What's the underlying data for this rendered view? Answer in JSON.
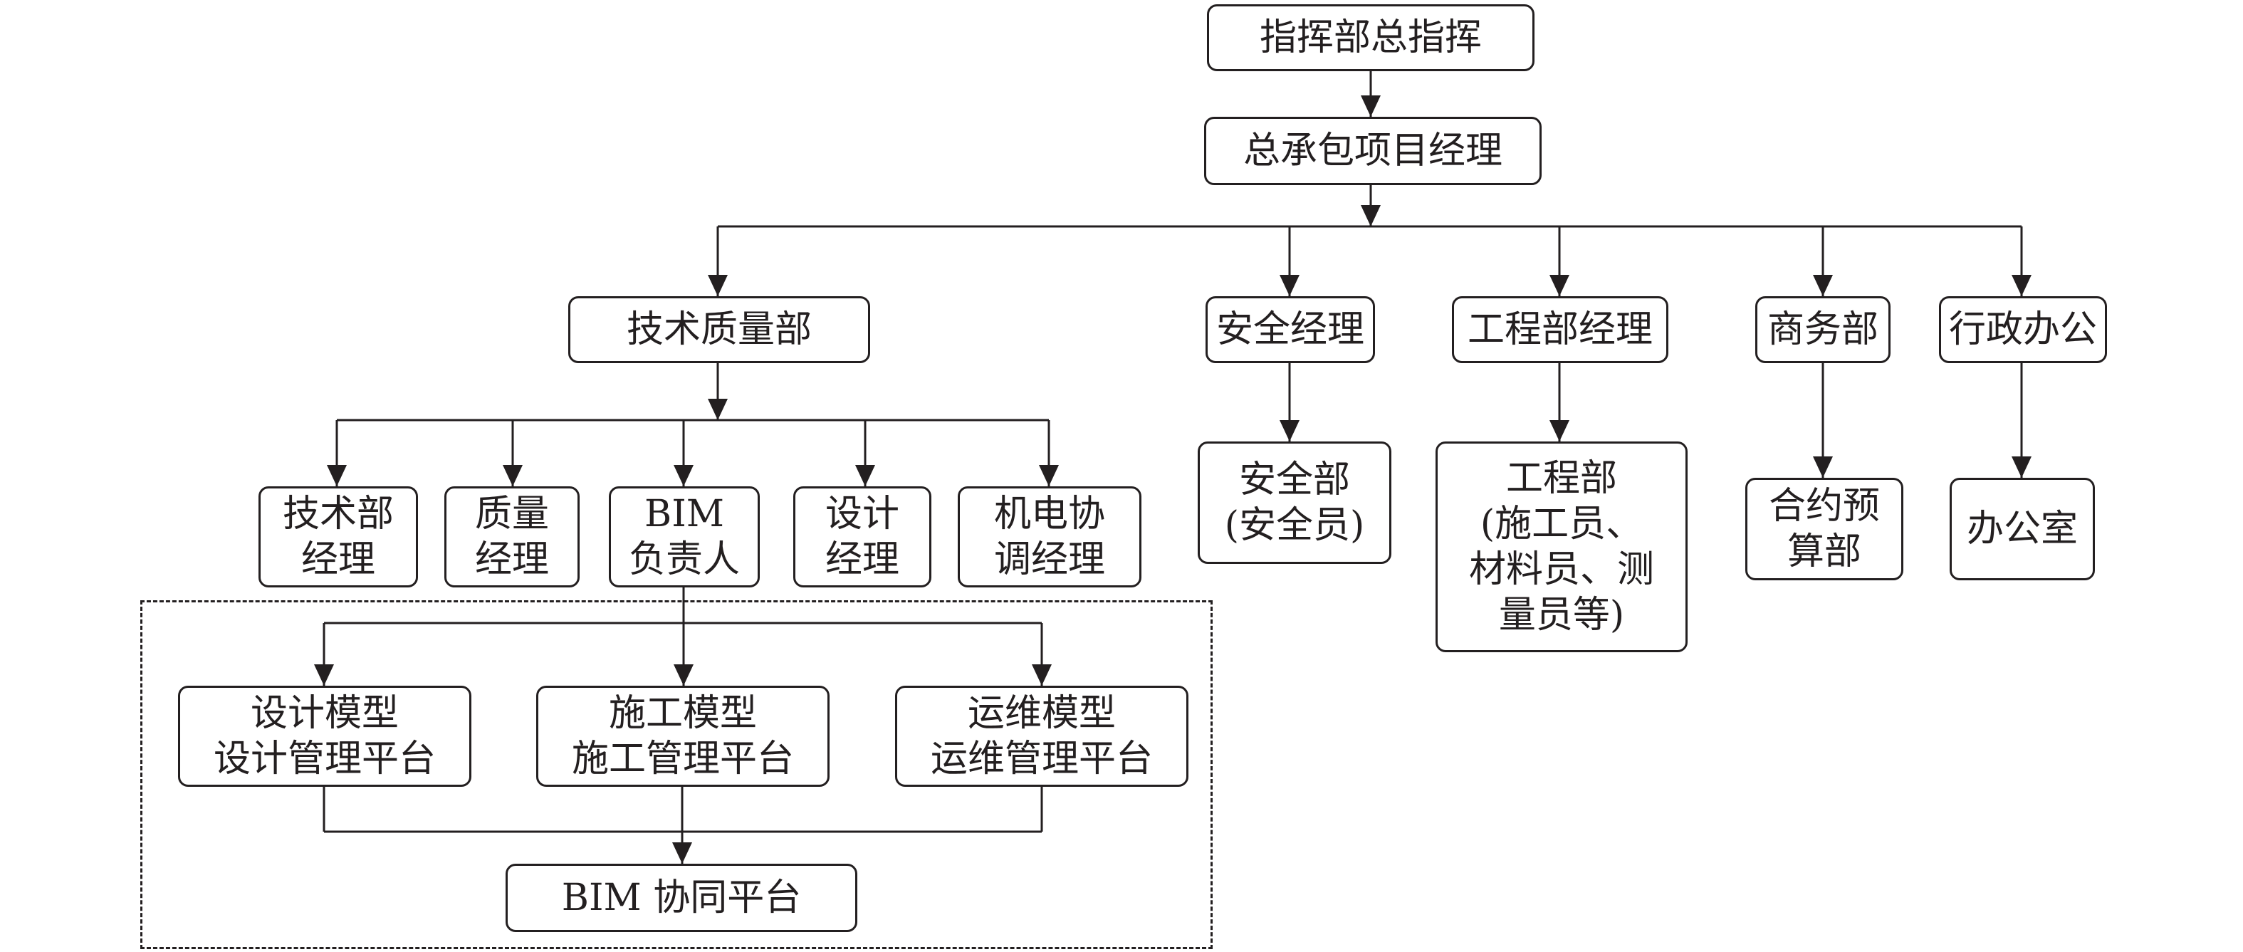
{
  "colors": {
    "stroke": "#231f20",
    "background": "#ffffff"
  },
  "nodes": {
    "commander": "指挥部总指挥",
    "general_pm": "总承包项目经理",
    "tech_quality_dept": "技术质量部",
    "safety_manager": "安全经理",
    "engineering_manager": "工程部经理",
    "business_dept": "商务部",
    "admin_office": "行政办公",
    "tech_dept_manager": "技术部\n经理",
    "quality_manager": "质量\n经理",
    "bim_lead": "BIM\n负责人",
    "design_manager": "设计\n经理",
    "mep_manager": "机电协\n调经理",
    "safety_dept": "安全部\n(安全员)",
    "engineering_dept": "工程部\n(施工员、\n材料员、测\n量员等)",
    "contract_budget_dept": "合约预\n算部",
    "office": "办公室",
    "design_model": "设计模型\n设计管理平台",
    "construction_model": "施工模型\n施工管理平台",
    "operation_model": "运维模型\n运维管理平台",
    "bim_platform": "BIM 协同平台"
  }
}
